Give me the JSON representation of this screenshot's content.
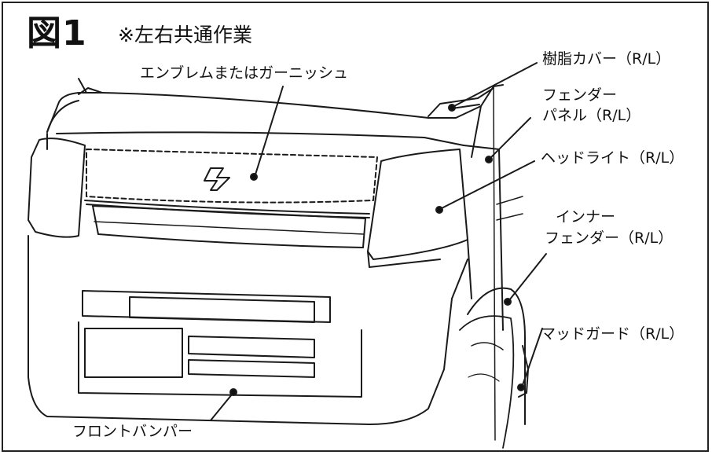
{
  "figure": {
    "number": "図1",
    "note": "※左右共通作業"
  },
  "labels": {
    "emblem": "エンブレムまたはガーニッシュ",
    "resin_cover": "樹脂カバー（R/L）",
    "fender_panel_1": "フェンダー",
    "fender_panel_2": "パネル（R/L）",
    "headlight": "ヘッドライト（R/L）",
    "inner_fender_1": "インナー",
    "inner_fender_2": "フェンダー（R/L）",
    "mud_guard": "マッドガード（R/L）",
    "front_bumper": "フロントバンパー"
  }
}
